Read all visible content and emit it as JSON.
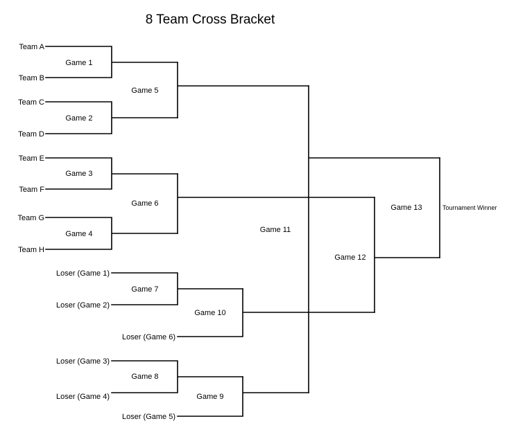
{
  "title": "8 Team Cross Bracket",
  "teams": [
    "Team A",
    "Team B",
    "Team C",
    "Team D",
    "Team E",
    "Team F",
    "Team G",
    "Team H"
  ],
  "losers": {
    "g1": "Loser (Game 1)",
    "g2": "Loser (Game 2)",
    "g3": "Loser (Game 3)",
    "g4": "Loser (Game 4)",
    "g5": "Loser (Game 5)",
    "g6": "Loser (Game 6)"
  },
  "games": {
    "g1": "Game 1",
    "g2": "Game 2",
    "g3": "Game 3",
    "g4": "Game 4",
    "g5": "Game 5",
    "g6": "Game 6",
    "g7": "Game 7",
    "g8": "Game 8",
    "g9": "Game 9",
    "g10": "Game 10",
    "g11": "Game 11",
    "g12": "Game 12",
    "g13": "Game 13"
  },
  "winner_label": "Tournament Winner"
}
